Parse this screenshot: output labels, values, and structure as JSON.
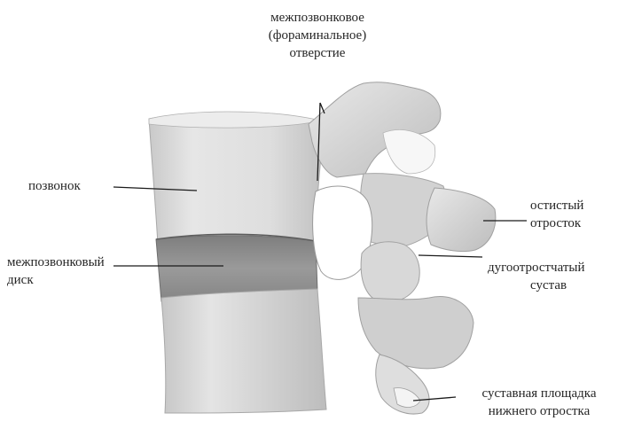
{
  "labels": {
    "foramen": [
      "межпозвонковое",
      "(фораминальное)",
      "отверстие"
    ],
    "vertebra": "позвонок",
    "disc": [
      "межпозвонковый",
      "диск"
    ],
    "spinous": [
      "остистый",
      "отросток"
    ],
    "facet_joint": [
      "дугоотростчатый",
      "сустав"
    ],
    "articular_surface": [
      "суставная площадка",
      "нижнего отростка"
    ]
  }
}
